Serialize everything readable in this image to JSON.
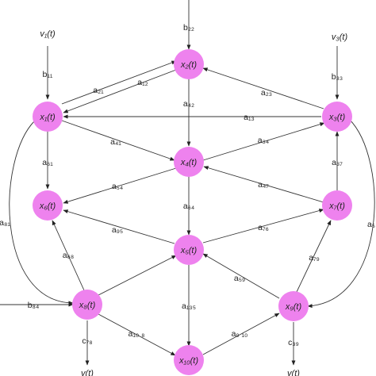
{
  "nodes": [
    {
      "id": "x1",
      "label": "x₁(t)"
    },
    {
      "id": "x2",
      "label": "x₂(t)"
    },
    {
      "id": "x3",
      "label": "x₃(t)"
    },
    {
      "id": "x4",
      "label": "x₄(t)"
    },
    {
      "id": "x5",
      "label": "x₅(t)"
    },
    {
      "id": "x6",
      "label": "x₆(t)"
    },
    {
      "id": "x7",
      "label": "x₇(t)"
    },
    {
      "id": "x8",
      "label": "x₈(t)"
    },
    {
      "id": "x9",
      "label": "x₉(t)"
    },
    {
      "id": "x10",
      "label": "x₁₀(t)"
    }
  ],
  "inputs": [
    {
      "id": "v1",
      "label": "v₁(t)"
    },
    {
      "id": "v3",
      "label": "v₃(t)"
    }
  ],
  "outputs": [
    {
      "id": "y8",
      "label": "y(t)"
    },
    {
      "id": "y9",
      "label": "y(t)"
    }
  ],
  "edges": [
    {
      "id": "b11",
      "label": "b₁₁"
    },
    {
      "id": "b22",
      "label": "b₂₂"
    },
    {
      "id": "b33",
      "label": "b₃₃"
    },
    {
      "id": "b84",
      "label": "b₈₄"
    },
    {
      "id": "a21",
      "label": "a₂₁"
    },
    {
      "id": "a12",
      "label": "a₁₂"
    },
    {
      "id": "a23",
      "label": "a₂₃"
    },
    {
      "id": "a42",
      "label": "a₄₂"
    },
    {
      "id": "a13",
      "label": "a₁₃"
    },
    {
      "id": "a41",
      "label": "a₄₁"
    },
    {
      "id": "a34",
      "label": "a₃₄"
    },
    {
      "id": "a61",
      "label": "a₆₁"
    },
    {
      "id": "a37",
      "label": "a₃₇"
    },
    {
      "id": "a54",
      "label": "a₅₄"
    },
    {
      "id": "a47",
      "label": "a₄₇"
    },
    {
      "id": "a64",
      "label": "a₆₄"
    },
    {
      "id": "a81",
      "label": "a₈₁"
    },
    {
      "id": "a95",
      "label": "a₉₅"
    },
    {
      "id": "a76",
      "label": "a₇₆"
    },
    {
      "id": "a68",
      "label": "a₆₈"
    },
    {
      "id": "a59",
      "label": "a₅₉"
    },
    {
      "id": "a79",
      "label": "a₇₉"
    },
    {
      "id": "a135",
      "label": "a₁₃₅"
    },
    {
      "id": "a108",
      "label": "a₁₀ ₈"
    },
    {
      "id": "a910",
      "label": "a₉ ₁₀"
    },
    {
      "id": "c78",
      "label": "c₇₈"
    },
    {
      "id": "c39",
      "label": "c₃₉"
    },
    {
      "id": "a5r",
      "label": "a₅"
    }
  ]
}
